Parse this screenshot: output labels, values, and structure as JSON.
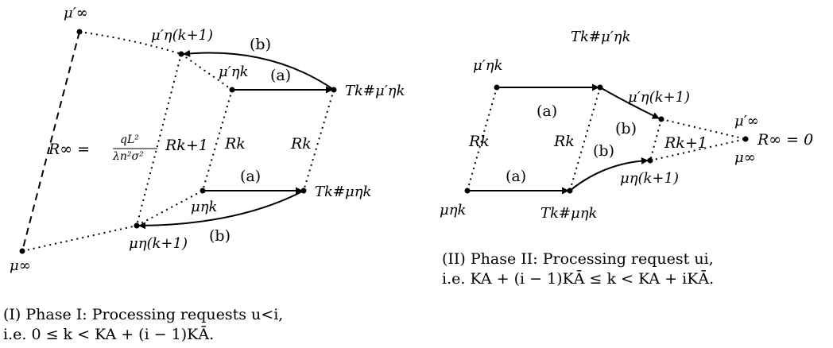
{
  "panel1": {
    "labels": {
      "mu_inf_prime": "μ′∞",
      "mu_inf": "μ∞",
      "mu_eta_k1_prime": "μ′η(k+1)",
      "mu_eta_k_prime": "μ′ηk",
      "T_top": "Tk#μ′ηk",
      "T_bottom": "Tk#μηk",
      "mu_eta_k": "μηk",
      "mu_eta_k1": "μη(k+1)",
      "b_top": "(b)",
      "a_top": "(a)",
      "a_bottom": "(a)",
      "b_bottom": "(b)",
      "R_inf_lhs": "R∞ =",
      "R_inf_num": "qL²",
      "R_inf_den": "λn²σ²",
      "R_k1": "Rk+1",
      "R_k_a": "Rk",
      "R_k_b": "Rk"
    },
    "caption": {
      "line1": "(I)  Phase I: Processing requests u<i,",
      "line2": "i.e.  0 ≤ k < KA + (i − 1)KĀ."
    }
  },
  "panel2": {
    "labels": {
      "mu_eta_k_prime": "μ′ηk",
      "T_top": "Tk#μ′ηk",
      "mu_eta_k1_prime": "μ′η(k+1)",
      "mu_inf_prime": "μ′∞",
      "R_inf": "R∞ = 0",
      "mu_inf": "μ∞",
      "mu_eta_k": "μηk",
      "T_bottom": "Tk#μηk",
      "mu_eta_k1": "μη(k+1)",
      "a_top": "(a)",
      "a_bottom": "(a)",
      "b_top": "(b)",
      "b_bottom": "(b)",
      "R_k_a": "Rk",
      "R_k_b": "Rk",
      "R_k1": "Rk+1"
    },
    "caption": {
      "line1": "(II)  Phase II: Processing request ui,",
      "line2": "i.e.  KA + (i − 1)KĀ ≤ k < KA + iKĀ."
    }
  }
}
